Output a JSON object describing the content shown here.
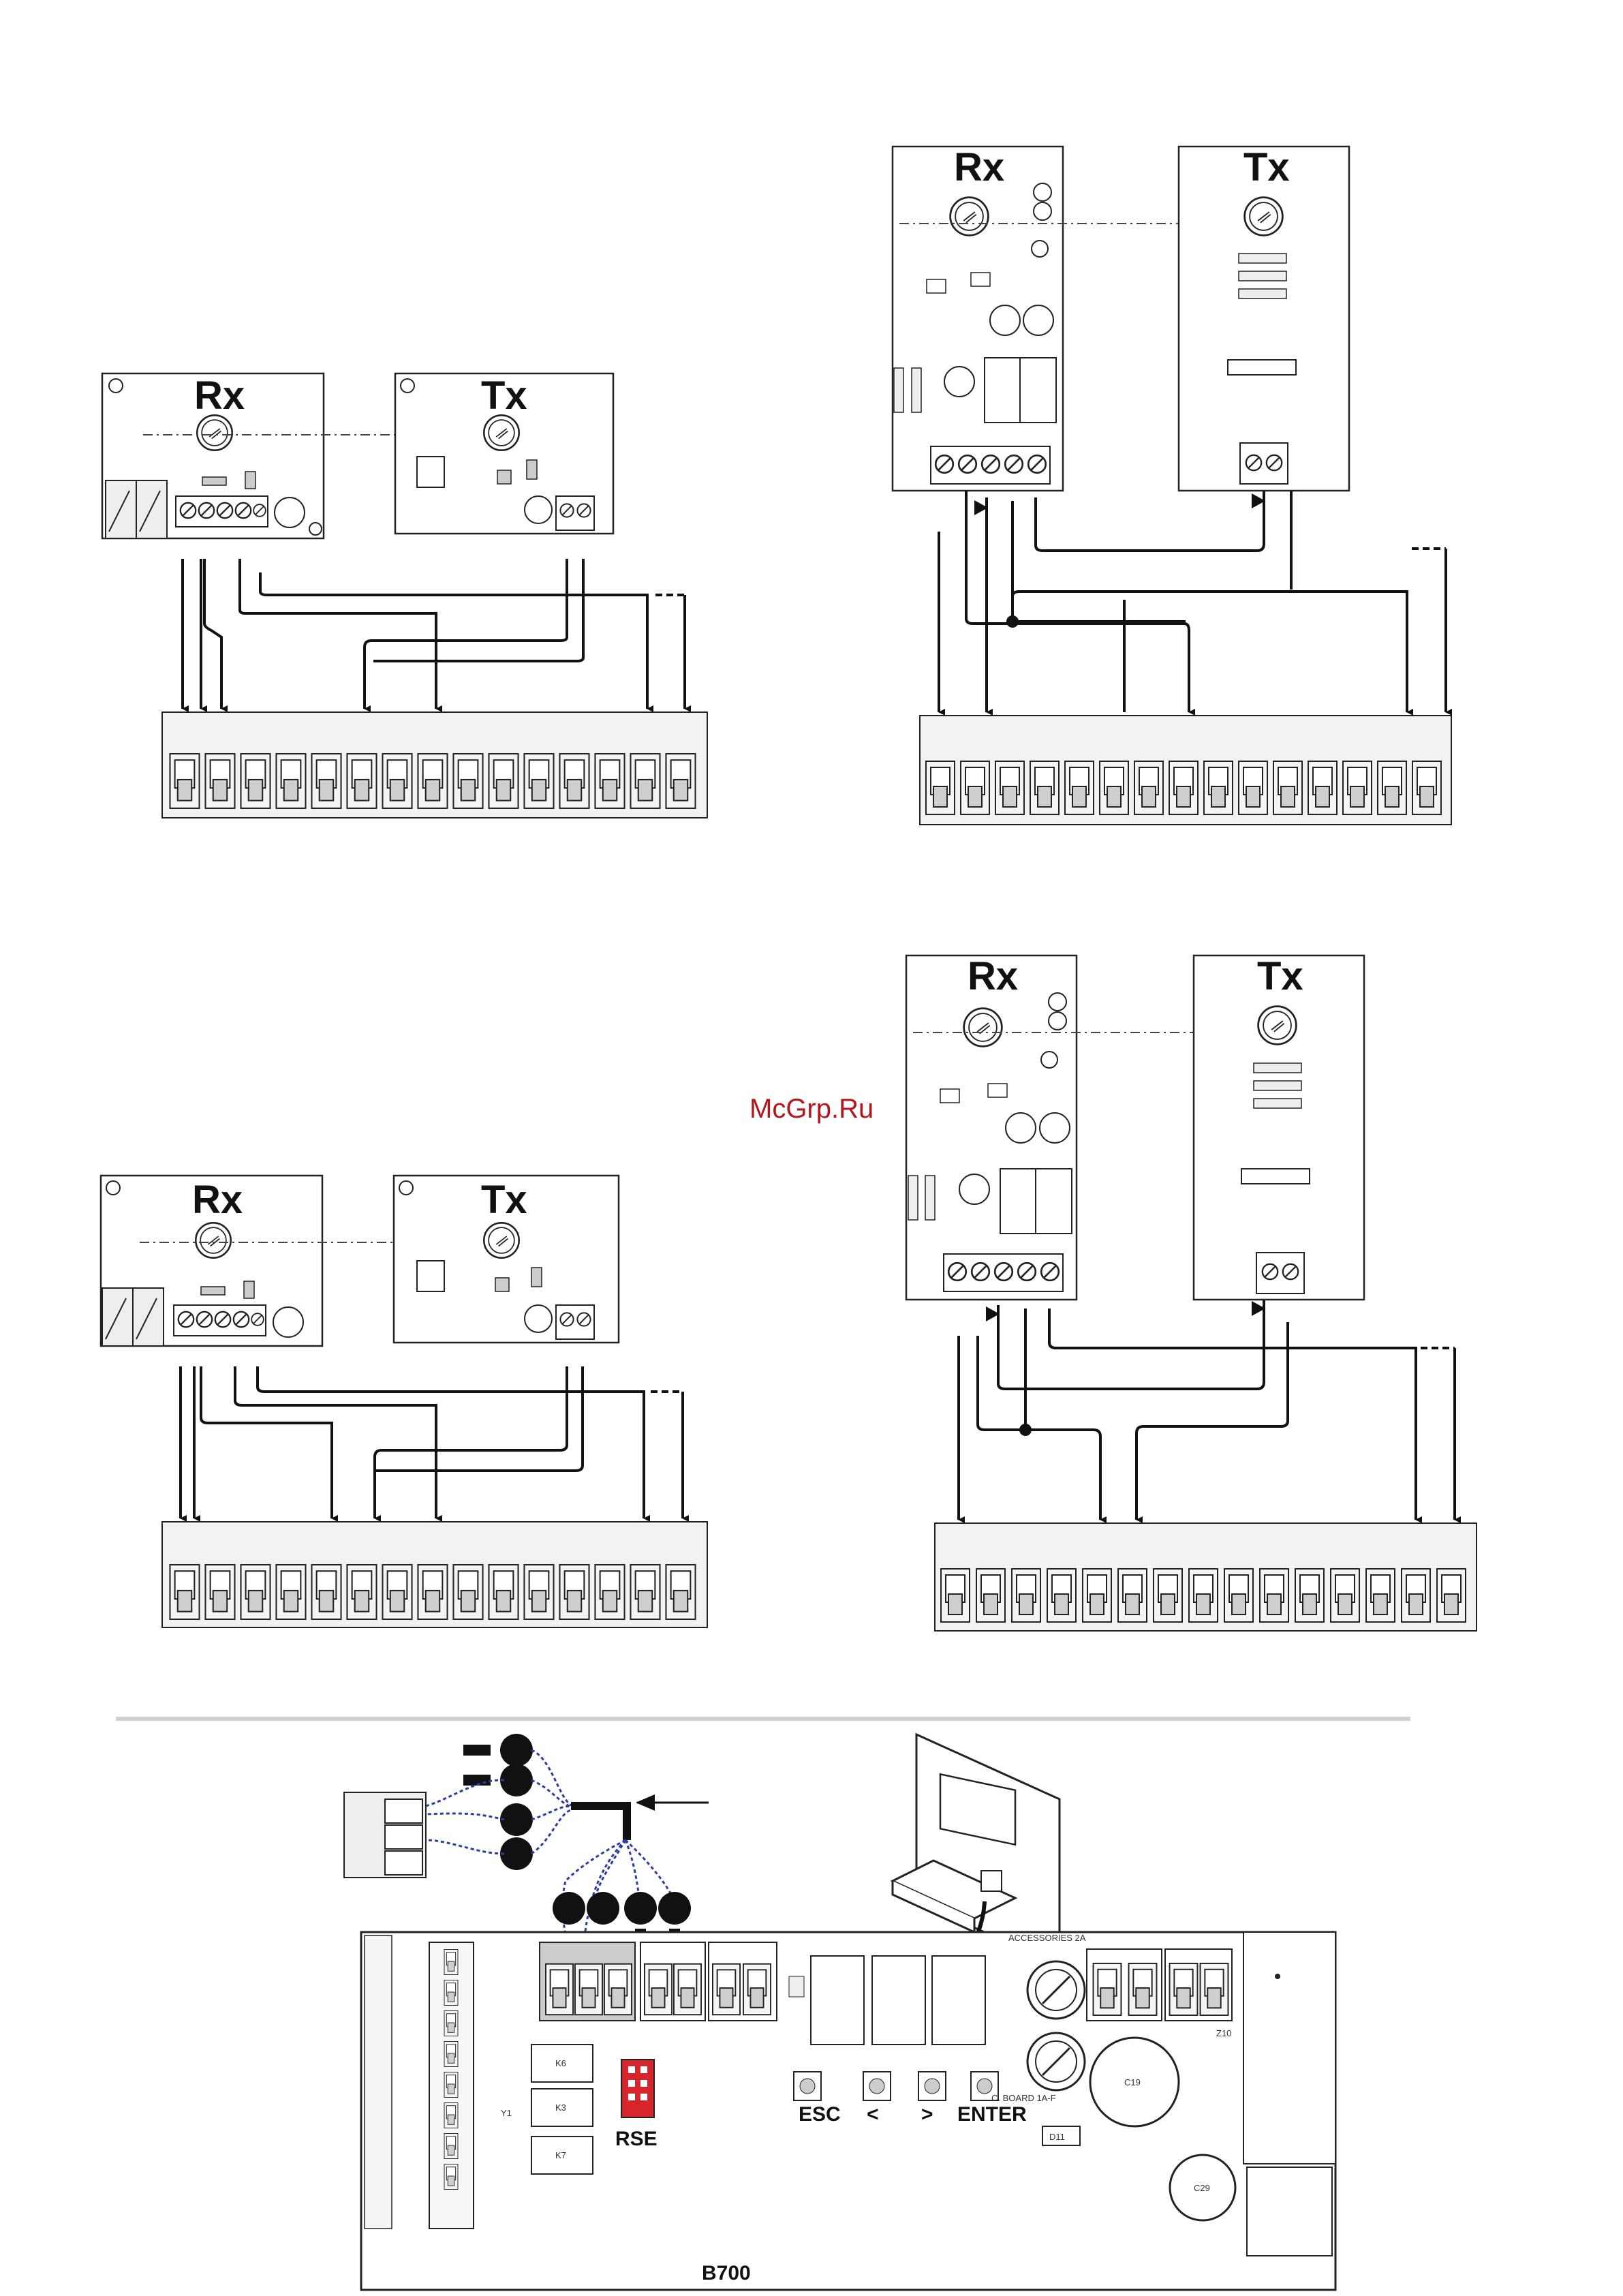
{
  "diagrams": [
    {
      "id": "top-left",
      "rx_label": "Rx",
      "tx_label": "Tx"
    },
    {
      "id": "top-right",
      "rx_label": "Rx",
      "tx_label": "Tx"
    },
    {
      "id": "mid-left",
      "rx_label": "Rx",
      "tx_label": "Tx"
    },
    {
      "id": "mid-right",
      "rx_label": "Rx",
      "tx_label": "Tx"
    }
  ],
  "watermark": "McGrp.Ru",
  "control_board": {
    "accessories_label": "ACCESSORIES 2A",
    "board_label": "C. BOARD 1A-F",
    "rse_label": "RSE",
    "buttons": [
      "ESC",
      "<",
      ">",
      "ENTER"
    ],
    "model_label": "B700",
    "components": [
      "K6",
      "K3",
      "K7",
      "Y1",
      "C19",
      "C29",
      "Z10",
      "D11"
    ]
  }
}
